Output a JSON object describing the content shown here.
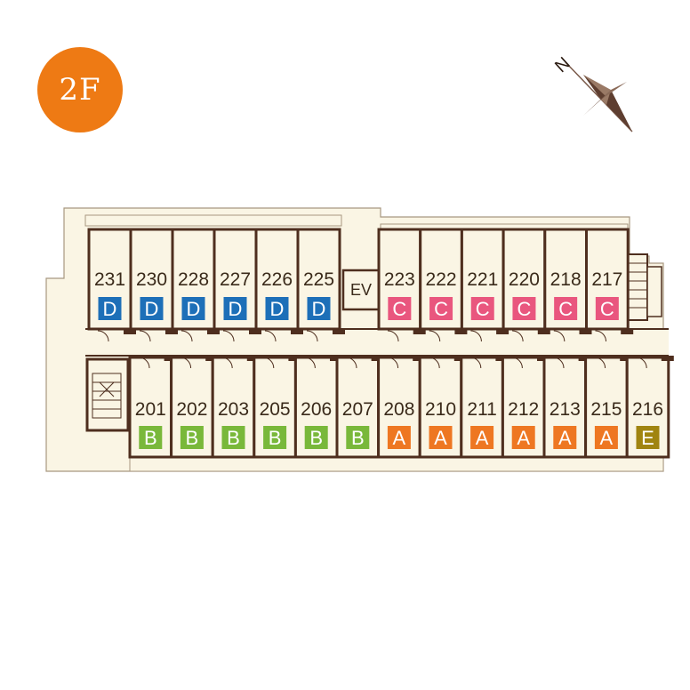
{
  "floor": {
    "label": "2F",
    "color": "#ee7a14"
  },
  "compass": {
    "label": "N",
    "color": "#7a5a4a"
  },
  "colors": {
    "wall": "#4e2e1e",
    "floor_fill": "#faf5e4",
    "outline": "#a89880",
    "type_A": "#ee7722",
    "type_B": "#79b83a",
    "type_C": "#e9567e",
    "type_D": "#1d6fb8",
    "type_E": "#a08410"
  },
  "elevator": {
    "label": "EV"
  },
  "rooms_top_west": [
    {
      "number": "231",
      "type": "D"
    },
    {
      "number": "230",
      "type": "D"
    },
    {
      "number": "228",
      "type": "D"
    },
    {
      "number": "227",
      "type": "D"
    },
    {
      "number": "226",
      "type": "D"
    },
    {
      "number": "225",
      "type": "D"
    }
  ],
  "rooms_top_east": [
    {
      "number": "223",
      "type": "C"
    },
    {
      "number": "222",
      "type": "C"
    },
    {
      "number": "221",
      "type": "C"
    },
    {
      "number": "220",
      "type": "C"
    },
    {
      "number": "218",
      "type": "C"
    },
    {
      "number": "217",
      "type": "C"
    }
  ],
  "rooms_bottom": [
    {
      "number": "201",
      "type": "B"
    },
    {
      "number": "202",
      "type": "B"
    },
    {
      "number": "203",
      "type": "B"
    },
    {
      "number": "205",
      "type": "B"
    },
    {
      "number": "206",
      "type": "B"
    },
    {
      "number": "207",
      "type": "B"
    },
    {
      "number": "208",
      "type": "A"
    },
    {
      "number": "210",
      "type": "A"
    },
    {
      "number": "211",
      "type": "A"
    },
    {
      "number": "212",
      "type": "A"
    },
    {
      "number": "213",
      "type": "A"
    },
    {
      "number": "215",
      "type": "A"
    },
    {
      "number": "216",
      "type": "E"
    }
  ]
}
